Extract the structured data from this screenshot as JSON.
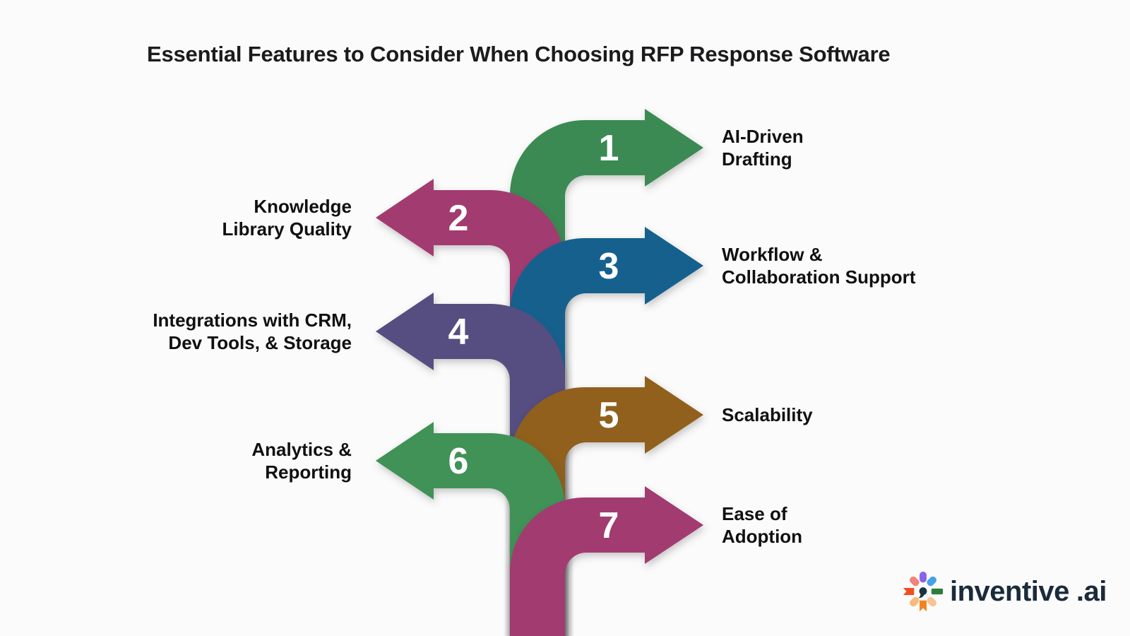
{
  "title": "Essential Features to Consider When Choosing RFP Response Software",
  "arrows": [
    {
      "number": "1",
      "label": "AI-Driven\nDrafting",
      "direction": "right",
      "color": "#3B8A52"
    },
    {
      "number": "2",
      "label": "Knowledge\nLibrary Quality",
      "direction": "left",
      "color": "#A23B6F"
    },
    {
      "number": "3",
      "label": "Workflow &\nCollaboration Support",
      "direction": "right",
      "color": "#15618E"
    },
    {
      "number": "4",
      "label": "Integrations with CRM,\nDev Tools, & Storage",
      "direction": "left",
      "color": "#574E80"
    },
    {
      "number": "5",
      "label": "Scalability",
      "direction": "right",
      "color": "#90611C"
    },
    {
      "number": "6",
      "label": "Analytics &\nReporting",
      "direction": "left",
      "color": "#3F9257"
    },
    {
      "number": "7",
      "label": "Ease of\nAdoption",
      "direction": "right",
      "color": "#A23B6F"
    }
  ],
  "logo": {
    "name": "inventive",
    "suffix": ".ai",
    "icon": "starburst-spark-icon",
    "text_color": "#1B2B3B",
    "icon_petal_colors": [
      "#8A63EC",
      "#45A2E9",
      "#2E7D3B",
      "#F7C493",
      "#F28420",
      "#F9BA7E",
      "#EF4E22",
      "#F3827A"
    ],
    "icon_center_color": "#1E3042"
  },
  "colors": {
    "background": "#FBFBFB",
    "title_text": "#1B1B1D",
    "label_text": "#101010",
    "number_text": "#FFFFFF"
  }
}
